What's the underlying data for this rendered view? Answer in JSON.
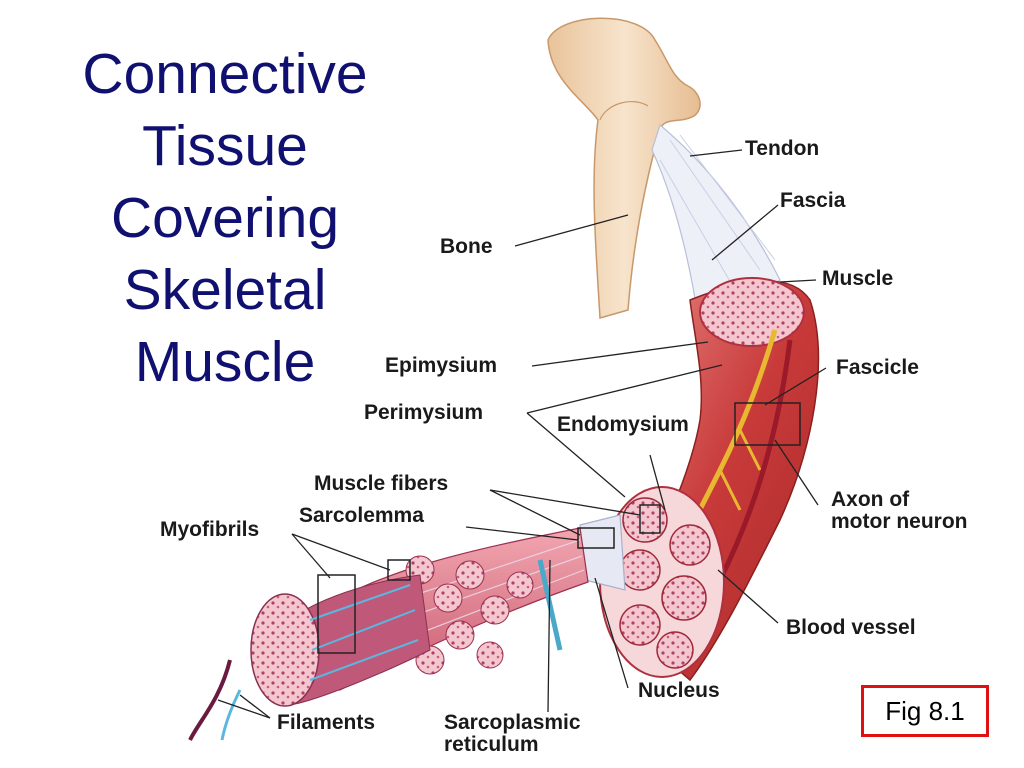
{
  "title_lines": [
    "Connective",
    "Tissue",
    "Covering",
    "Skeletal",
    "Muscle"
  ],
  "labels": {
    "tendon": "Tendon",
    "fascia": "Fascia",
    "bone": "Bone",
    "muscle": "Muscle",
    "epimysium": "Epimysium",
    "fascicle": "Fascicle",
    "perimysium": "Perimysium",
    "endomysium": "Endomysium",
    "muscle_fibers": "Muscle fibers",
    "sarcolemma": "Sarcolemma",
    "myofibrils": "Myofibrils",
    "axon_line1": "Axon of",
    "axon_line2": "motor neuron",
    "blood_vessel": "Blood vessel",
    "nucleus": "Nucleus",
    "filaments": "Filaments",
    "sarcoplasmic_line1": "Sarcoplasmic",
    "sarcoplasmic_line2": "reticulum"
  },
  "figure_label": "Fig 8.1",
  "colors": {
    "title": "#101070",
    "bone": "#f3d9b8",
    "muscle": "#c83a3a",
    "fascicle_fill": "#f3c6c8",
    "nerve": "#e8b830",
    "fig_border": "#e01010"
  }
}
